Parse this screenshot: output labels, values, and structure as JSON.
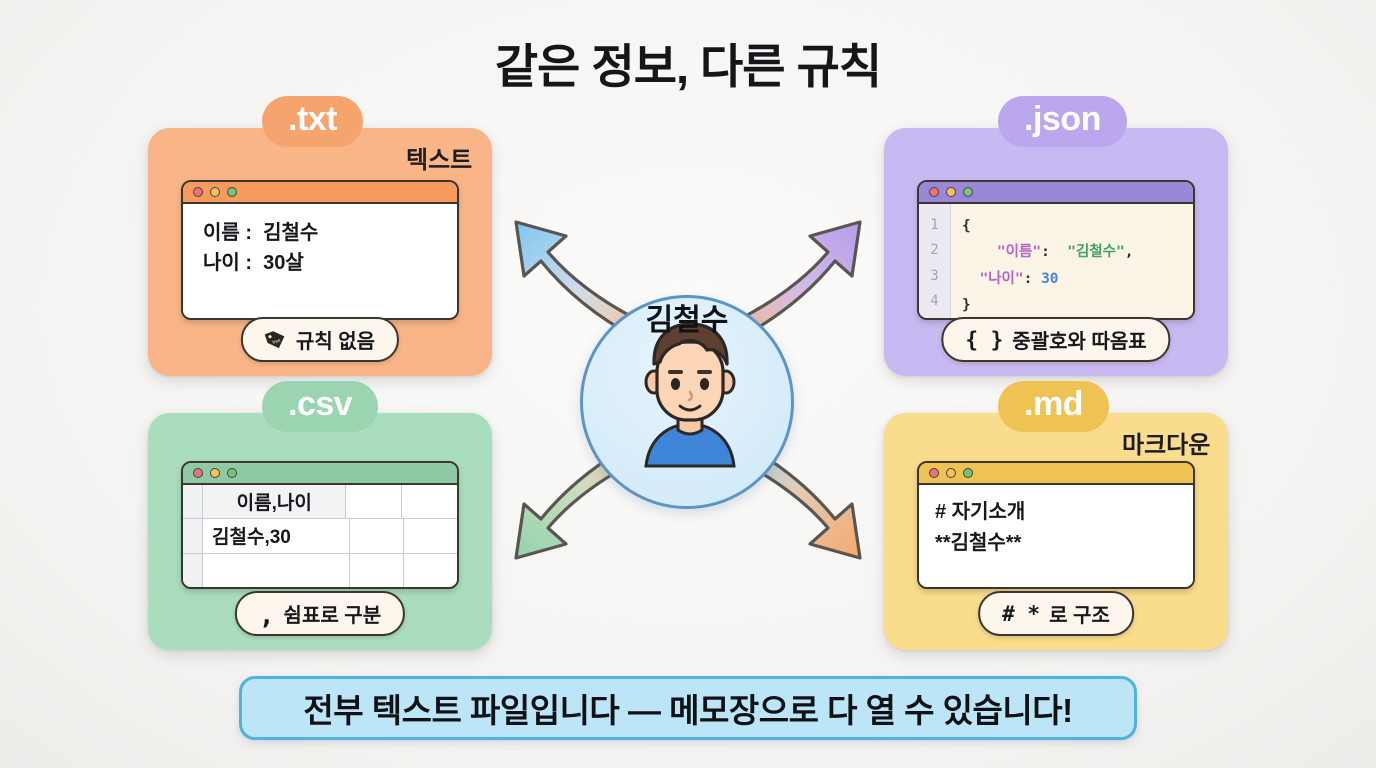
{
  "title": "같은 정보, 다른 규칙",
  "center": {
    "avatar_icon": "person-avatar-icon",
    "name": "김철수"
  },
  "cards": [
    {
      "id": "txt",
      "badge": ".txt",
      "label": "텍스트",
      "accent": "#F9B588",
      "titlebar": "#F79A5E",
      "window_icon": "window-traffic-lights-icon",
      "lines": [
        "이름 :  김철수",
        "나이 :  30살"
      ],
      "footer": {
        "symbol_icon": "price-tag-icon",
        "symbol": "",
        "text": "규칙 없음"
      }
    },
    {
      "id": "json",
      "badge": ".json",
      "label": "",
      "accent": "#C9B9F2",
      "titlebar": "#9A87D8",
      "window_icon": "window-traffic-lights-icon",
      "line_numbers": [
        "1",
        "2",
        "3",
        "4"
      ],
      "code": [
        {
          "tokens": [
            {
              "t": "{",
              "c": "brace"
            }
          ]
        },
        {
          "tokens": [
            {
              "t": "    ",
              "c": "punc"
            },
            {
              "t": "\"이름\"",
              "c": "key"
            },
            {
              "t": ":  ",
              "c": "punc"
            },
            {
              "t": "\"김철수\"",
              "c": "str"
            },
            {
              "t": ",",
              "c": "punc"
            }
          ]
        },
        {
          "tokens": [
            {
              "t": "  ",
              "c": "punc"
            },
            {
              "t": "\"나이\"",
              "c": "key"
            },
            {
              "t": ": ",
              "c": "punc"
            },
            {
              "t": "30",
              "c": "num"
            }
          ]
        },
        {
          "tokens": [
            {
              "t": "}",
              "c": "brace"
            }
          ]
        }
      ],
      "footer": {
        "symbol_icon": "curly-braces-icon",
        "symbol": "{ }",
        "text": "중괄호와 따옴표"
      }
    },
    {
      "id": "csv",
      "badge": ".csv",
      "label": "",
      "accent": "#A9DDBE",
      "titlebar": "#8FC9A6",
      "window_icon": "window-traffic-lights-icon",
      "grid": [
        {
          "header": true,
          "value": "이름,나이"
        },
        {
          "header": false,
          "value": "김철수,30"
        },
        {
          "header": false,
          "value": ""
        }
      ],
      "footer": {
        "symbol_icon": "comma-icon",
        "symbol": ",",
        "text": "쉼표로 구분"
      }
    },
    {
      "id": "md",
      "badge": ".md",
      "label": "마크다운",
      "accent": "#F9DC8C",
      "titlebar": "#EFC254",
      "window_icon": "window-traffic-lights-icon",
      "lines": [
        "# 자기소개",
        "**김철수**"
      ],
      "footer": {
        "symbol_icon": "hash-asterisk-icon",
        "symbol": "# *",
        "text": "로 구조"
      }
    }
  ],
  "arrows": [
    {
      "name": "arrow-to-txt",
      "direction": "up-left",
      "color_from": "#F7C9A0",
      "color_to": "#7FC7F0"
    },
    {
      "name": "arrow-to-json",
      "direction": "up-right",
      "color_from": "#F5B99B",
      "color_to": "#B79BEE"
    },
    {
      "name": "arrow-to-csv",
      "direction": "down-left",
      "color_from": "#F3C79E",
      "color_to": "#92D3AE"
    },
    {
      "name": "arrow-to-md",
      "direction": "down-right",
      "color_from": "#A8D8EE",
      "color_to": "#F6A86B"
    }
  ],
  "banner": {
    "text": "전부 텍스트 파일입니다 — 메모장으로 다 열 수 있습니다!",
    "background": "#BCE6F7",
    "border": "#4FB3DE"
  }
}
